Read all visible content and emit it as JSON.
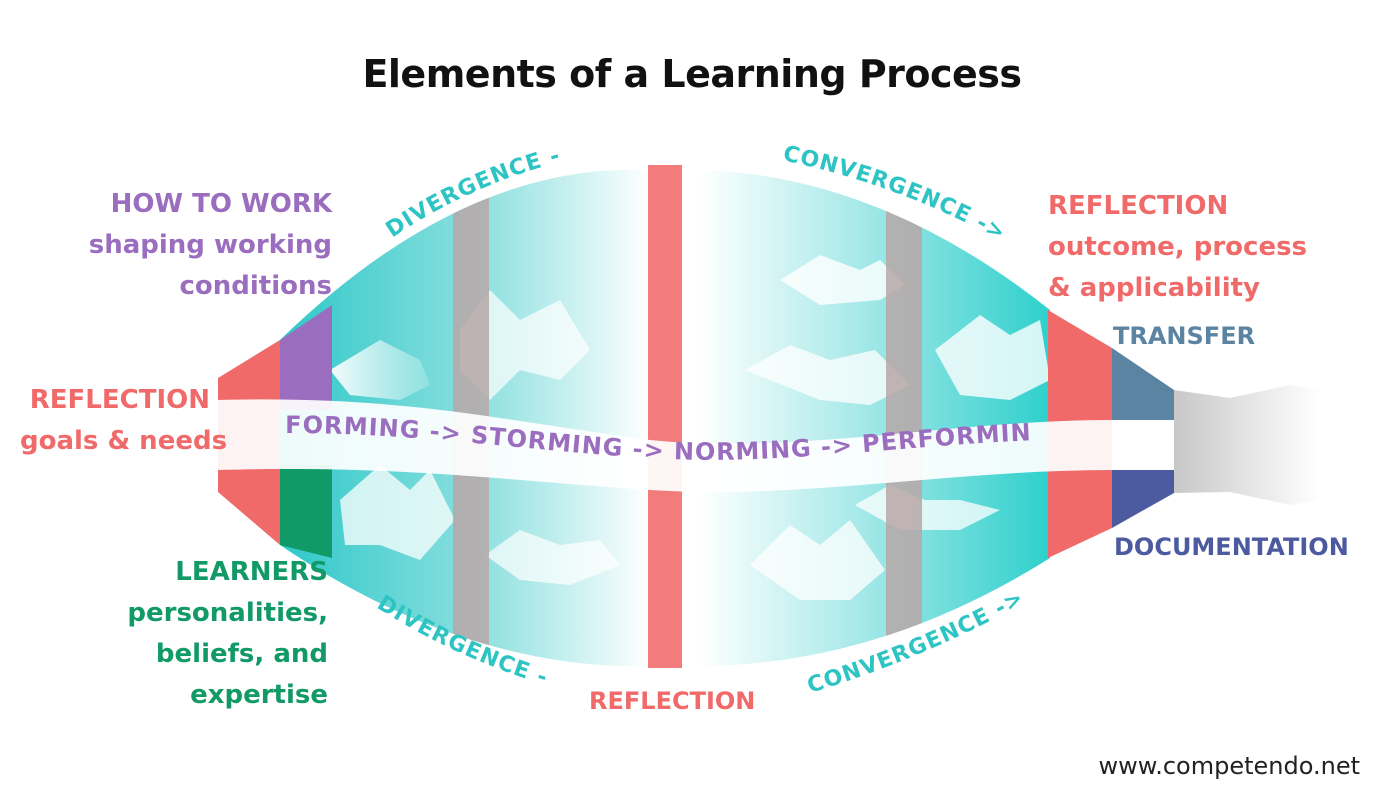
{
  "title": "Elements of a Learning Process",
  "colors": {
    "purple": "#9b6fbf",
    "red": "#f06a6a",
    "green": "#119a68",
    "teal": "#2ec4c4",
    "transfer_blue": "#5b84a3",
    "documentation_blue": "#4c5ba0",
    "grey_band": "#b8a9a9"
  },
  "how_to_work": {
    "heading": "HOW TO WORK",
    "line1": "shaping working",
    "line2": "conditions"
  },
  "reflection_start": {
    "heading": "REFLECTION",
    "line1": "goals & needs"
  },
  "learners": {
    "heading": "LEARNERS",
    "line1": "personalities,",
    "line2": "beliefs, and",
    "line3": "expertise"
  },
  "reflection_end": {
    "heading": "REFLECTION",
    "line1": "outcome, process",
    "line2": "& applicability"
  },
  "transfer": "TRANSFER",
  "documentation": "DOCUMENTATION",
  "reflection_middle": "REFLECTION",
  "divergence_top": "DIVERGENCE ->",
  "divergence_bottom": "DIVERGENCE ->",
  "convergence_top": "CONVERGENCE ->",
  "convergence_bottom": "CONVERGENCE ->",
  "flow": [
    "FORMING ->",
    "STORMING ->",
    "NORMING ->",
    "PERFORMING ->"
  ],
  "website": "www.competendo.net"
}
